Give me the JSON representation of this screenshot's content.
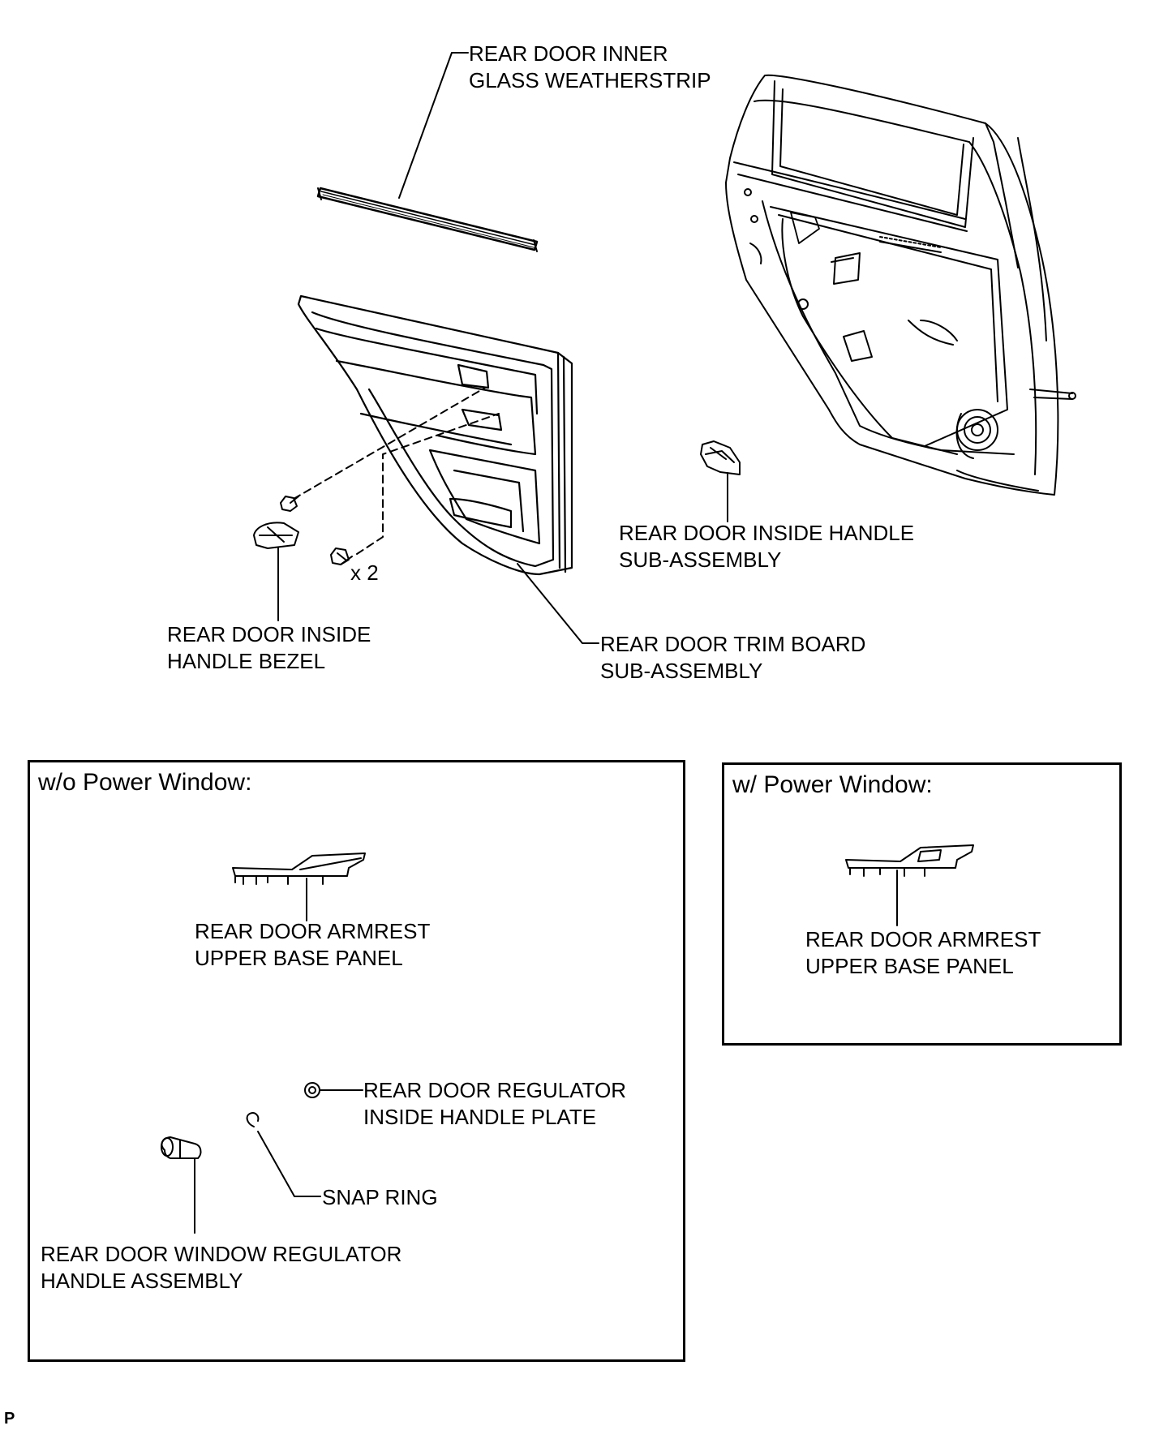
{
  "labels": {
    "weatherstrip": "REAR DOOR INNER\nGLASS WEATHERSTRIP",
    "inside_handle": "REAR DOOR INSIDE HANDLE\nSUB-ASSEMBLY",
    "bezel": "REAR DOOR INSIDE\nHANDLE BEZEL",
    "trim_board": "REAR DOOR TRIM BOARD\nSUB-ASSEMBLY",
    "quantity": "x 2",
    "armrest_wo": "REAR DOOR ARMREST\nUPPER BASE PANEL",
    "regulator_plate": "REAR DOOR REGULATOR\nINSIDE HANDLE PLATE",
    "snap_ring": "SNAP RING",
    "window_handle": "REAR DOOR WINDOW REGULATOR\nHANDLE ASSEMBLY",
    "armrest_w": "REAR DOOR ARMREST\nUPPER BASE PANEL"
  },
  "boxes": {
    "without_power_window": "w/o Power Window:",
    "with_power_window": "w/ Power Window:"
  },
  "corner_mark": "P"
}
